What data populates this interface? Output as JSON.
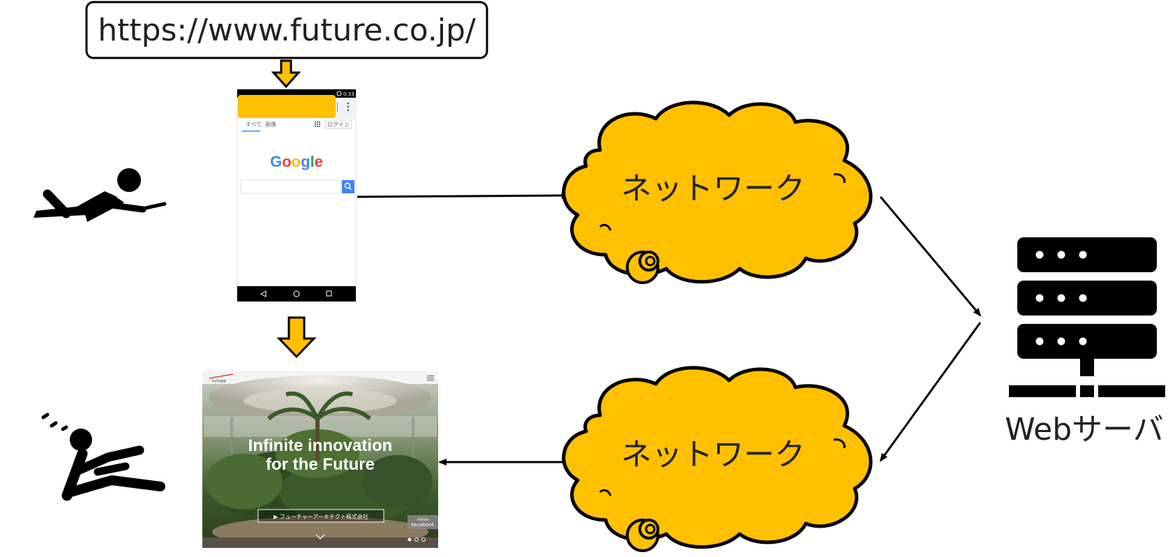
{
  "url_box": {
    "text": "https://www.future.co.jp/"
  },
  "phone": {
    "status_time": "0:33",
    "tab_all": "すべて",
    "tab_images": "画像",
    "login_label": "ログイン",
    "logo_letters": [
      {
        "char": "G",
        "color": "#4285F4"
      },
      {
        "char": "o",
        "color": "#EA4335"
      },
      {
        "char": "o",
        "color": "#FBBC05"
      },
      {
        "char": "g",
        "color": "#4285F4"
      },
      {
        "char": "l",
        "color": "#34A853"
      },
      {
        "char": "e",
        "color": "#EA4335"
      }
    ]
  },
  "site": {
    "brand": "FUTURE",
    "hero_line1": "Infinite innovation",
    "hero_line2": "for the Future",
    "company_button": "▶ フューチャーアーキテクト株式会社",
    "facebook_small": "Follow",
    "facebook_label": "Facebook"
  },
  "clouds": {
    "top_label": "ネットワーク",
    "bottom_label": "ネットワーク"
  },
  "server": {
    "label": "Webサーバ"
  },
  "colors": {
    "accent_yellow": "#FFC000",
    "black": "#000000"
  }
}
